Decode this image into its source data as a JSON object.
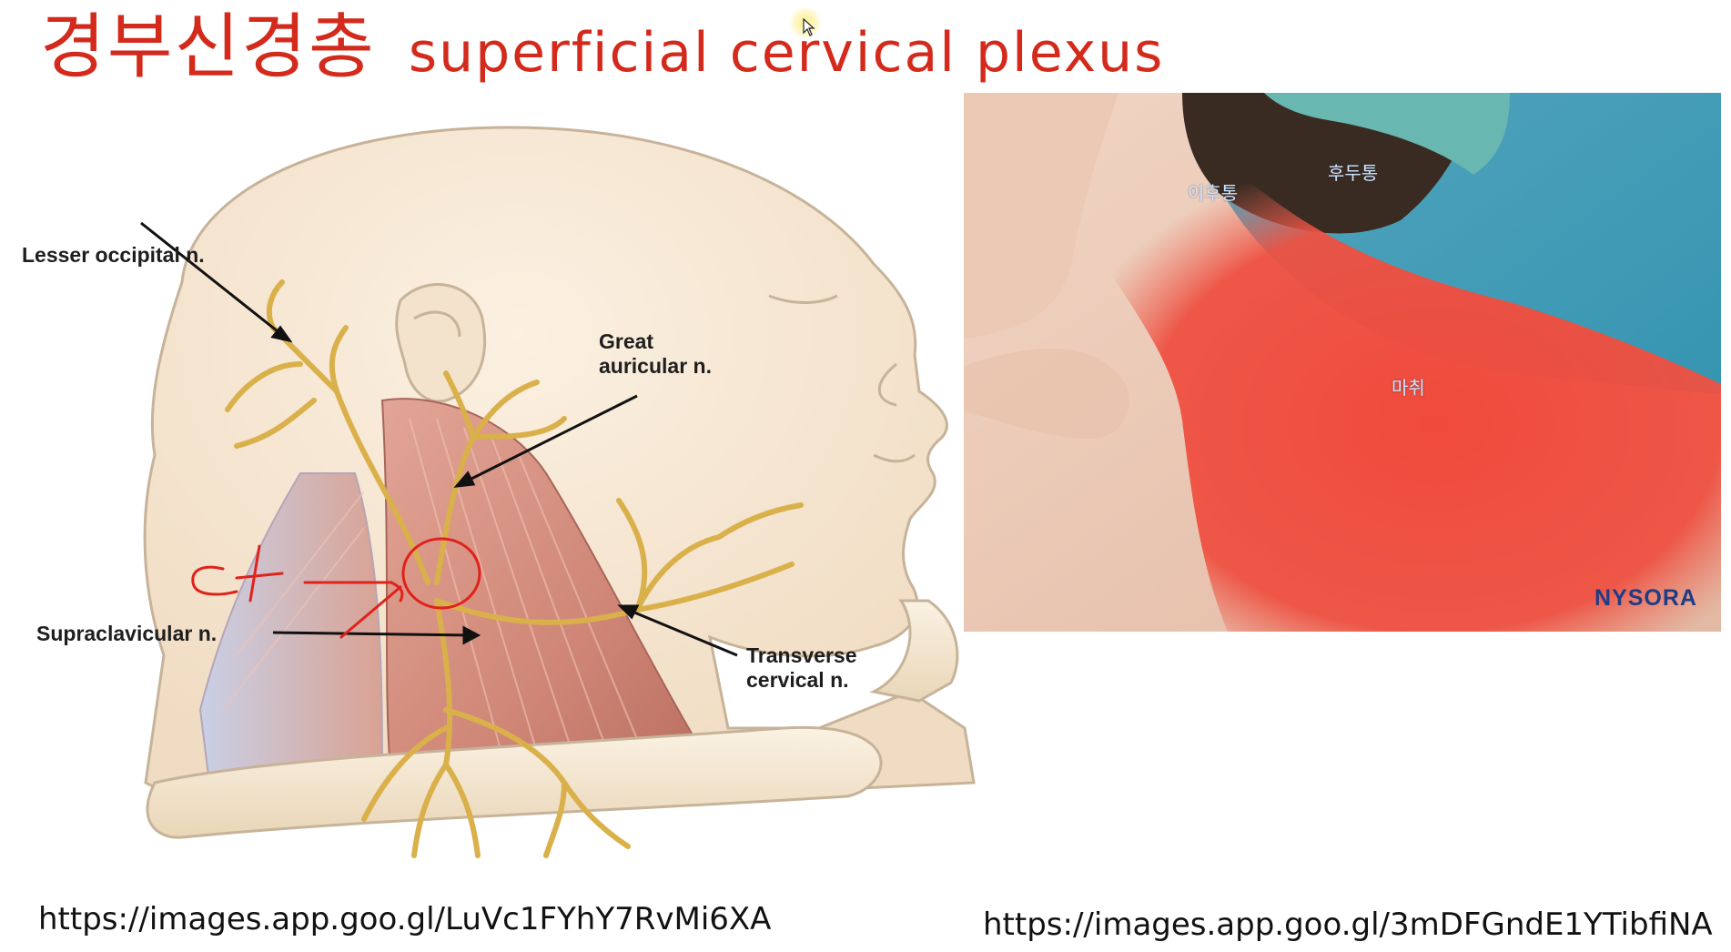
{
  "slide": {
    "title_korean": "경부신경총",
    "title_english": "superficial cervical plexus"
  },
  "anatomy_figure": {
    "labels": {
      "lesser_occipital": "Lesser occipital n.",
      "great_auricular": "Great\nauricular n.",
      "supraclavicular": "Supraclavicular n.",
      "transverse_cervical": "Transverse\ncervical n."
    },
    "annotation_text": "C4",
    "source_url": "https://images.app.goo.gl/LuVc1FYhY7RvMi6XA"
  },
  "photo_figure": {
    "labels": {
      "occipital_pain_1": "이후통",
      "occipital_pain_2": "후두통",
      "anesthesia": "마취"
    },
    "logo": "NYSORA",
    "source_url": "https://images.app.goo.gl/3mDFGndE1YTibfiNA"
  },
  "colors": {
    "title": "#d42a1c",
    "annotation_ink": "#e0221c",
    "nerve": "#d9b04a",
    "block_area": "#f04a3c"
  },
  "icons": [
    "mouse-pointer-icon"
  ]
}
